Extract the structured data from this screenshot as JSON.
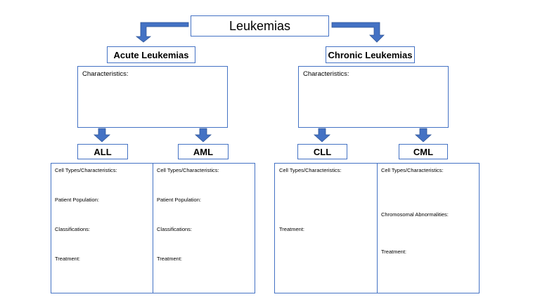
{
  "root": {
    "title": "Leukemias"
  },
  "acute": {
    "title": "Acute Leukemias",
    "characteristics_label": "Characteristics:",
    "all": {
      "title": "ALL",
      "fields": [
        "Cell Types/Characteristics:",
        "Patient Population:",
        "Classifications:",
        "Treatment:"
      ]
    },
    "aml": {
      "title": "AML",
      "fields": [
        "Cell Types/Characteristics:",
        "Patient Population:",
        "Classifications:",
        "Treatment:"
      ]
    }
  },
  "chronic": {
    "title": "Chronic Leukemias",
    "characteristics_label": "Characteristics:",
    "cll": {
      "title": "CLL",
      "fields": [
        "Cell Types/Characteristics:",
        "Treatment:"
      ]
    },
    "cml": {
      "title": "CML",
      "fields": [
        "Cell Types/Characteristics:",
        "Chromosomal Abnormalities:",
        "Treatment:"
      ]
    }
  },
  "colors": {
    "border": "#4472c4",
    "arrow": "#4472c4"
  }
}
